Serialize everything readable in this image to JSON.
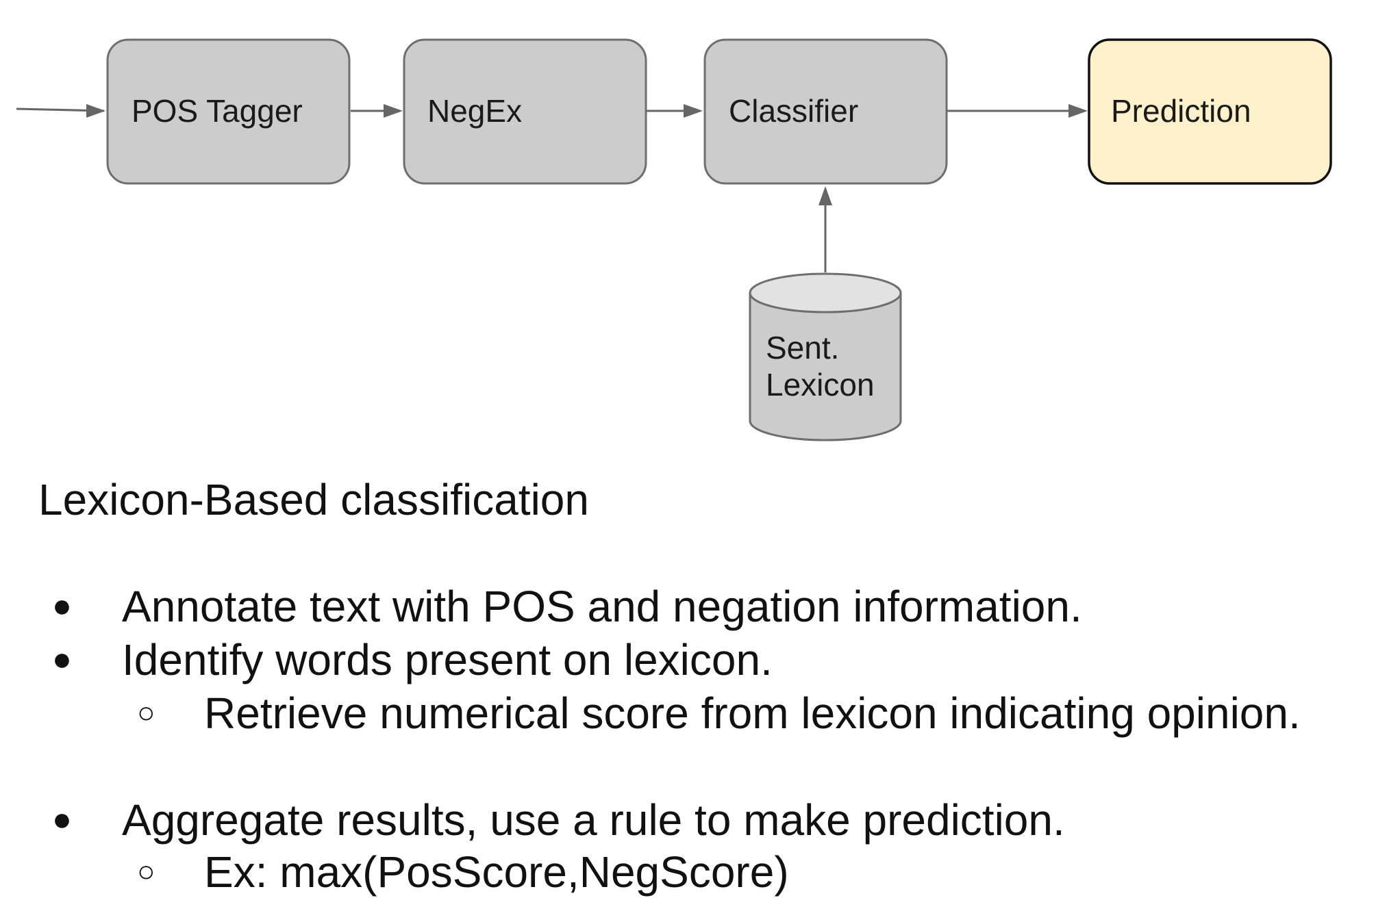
{
  "diagram": {
    "nodes": {
      "pos_tagger": "POS Tagger",
      "negex": "NegEx",
      "classifier": "Classifier",
      "prediction": "Prediction",
      "lexicon_line1": "Sent.",
      "lexicon_line2": "Lexicon"
    },
    "colors": {
      "process_fill": "#cccccc",
      "process_stroke": "#6e6e6e",
      "prediction_fill": "#fcf1cb",
      "prediction_stroke": "#111111",
      "db_top_fill": "#e2e2e2",
      "arrow": "#666666"
    }
  },
  "section_title": "Lexicon-Based classification",
  "bullets": [
    {
      "mark": "●",
      "text": "Annotate text with POS and negation information."
    },
    {
      "mark": "●",
      "text": "Identify words present on lexicon."
    },
    {
      "mark": "○",
      "text": "Retrieve numerical score from lexicon indicating opinion."
    },
    {
      "mark": "●",
      "text": "Aggregate results, use a rule to make prediction."
    },
    {
      "mark": "○",
      "text": "Ex: max(PosScore,NegScore)"
    }
  ]
}
